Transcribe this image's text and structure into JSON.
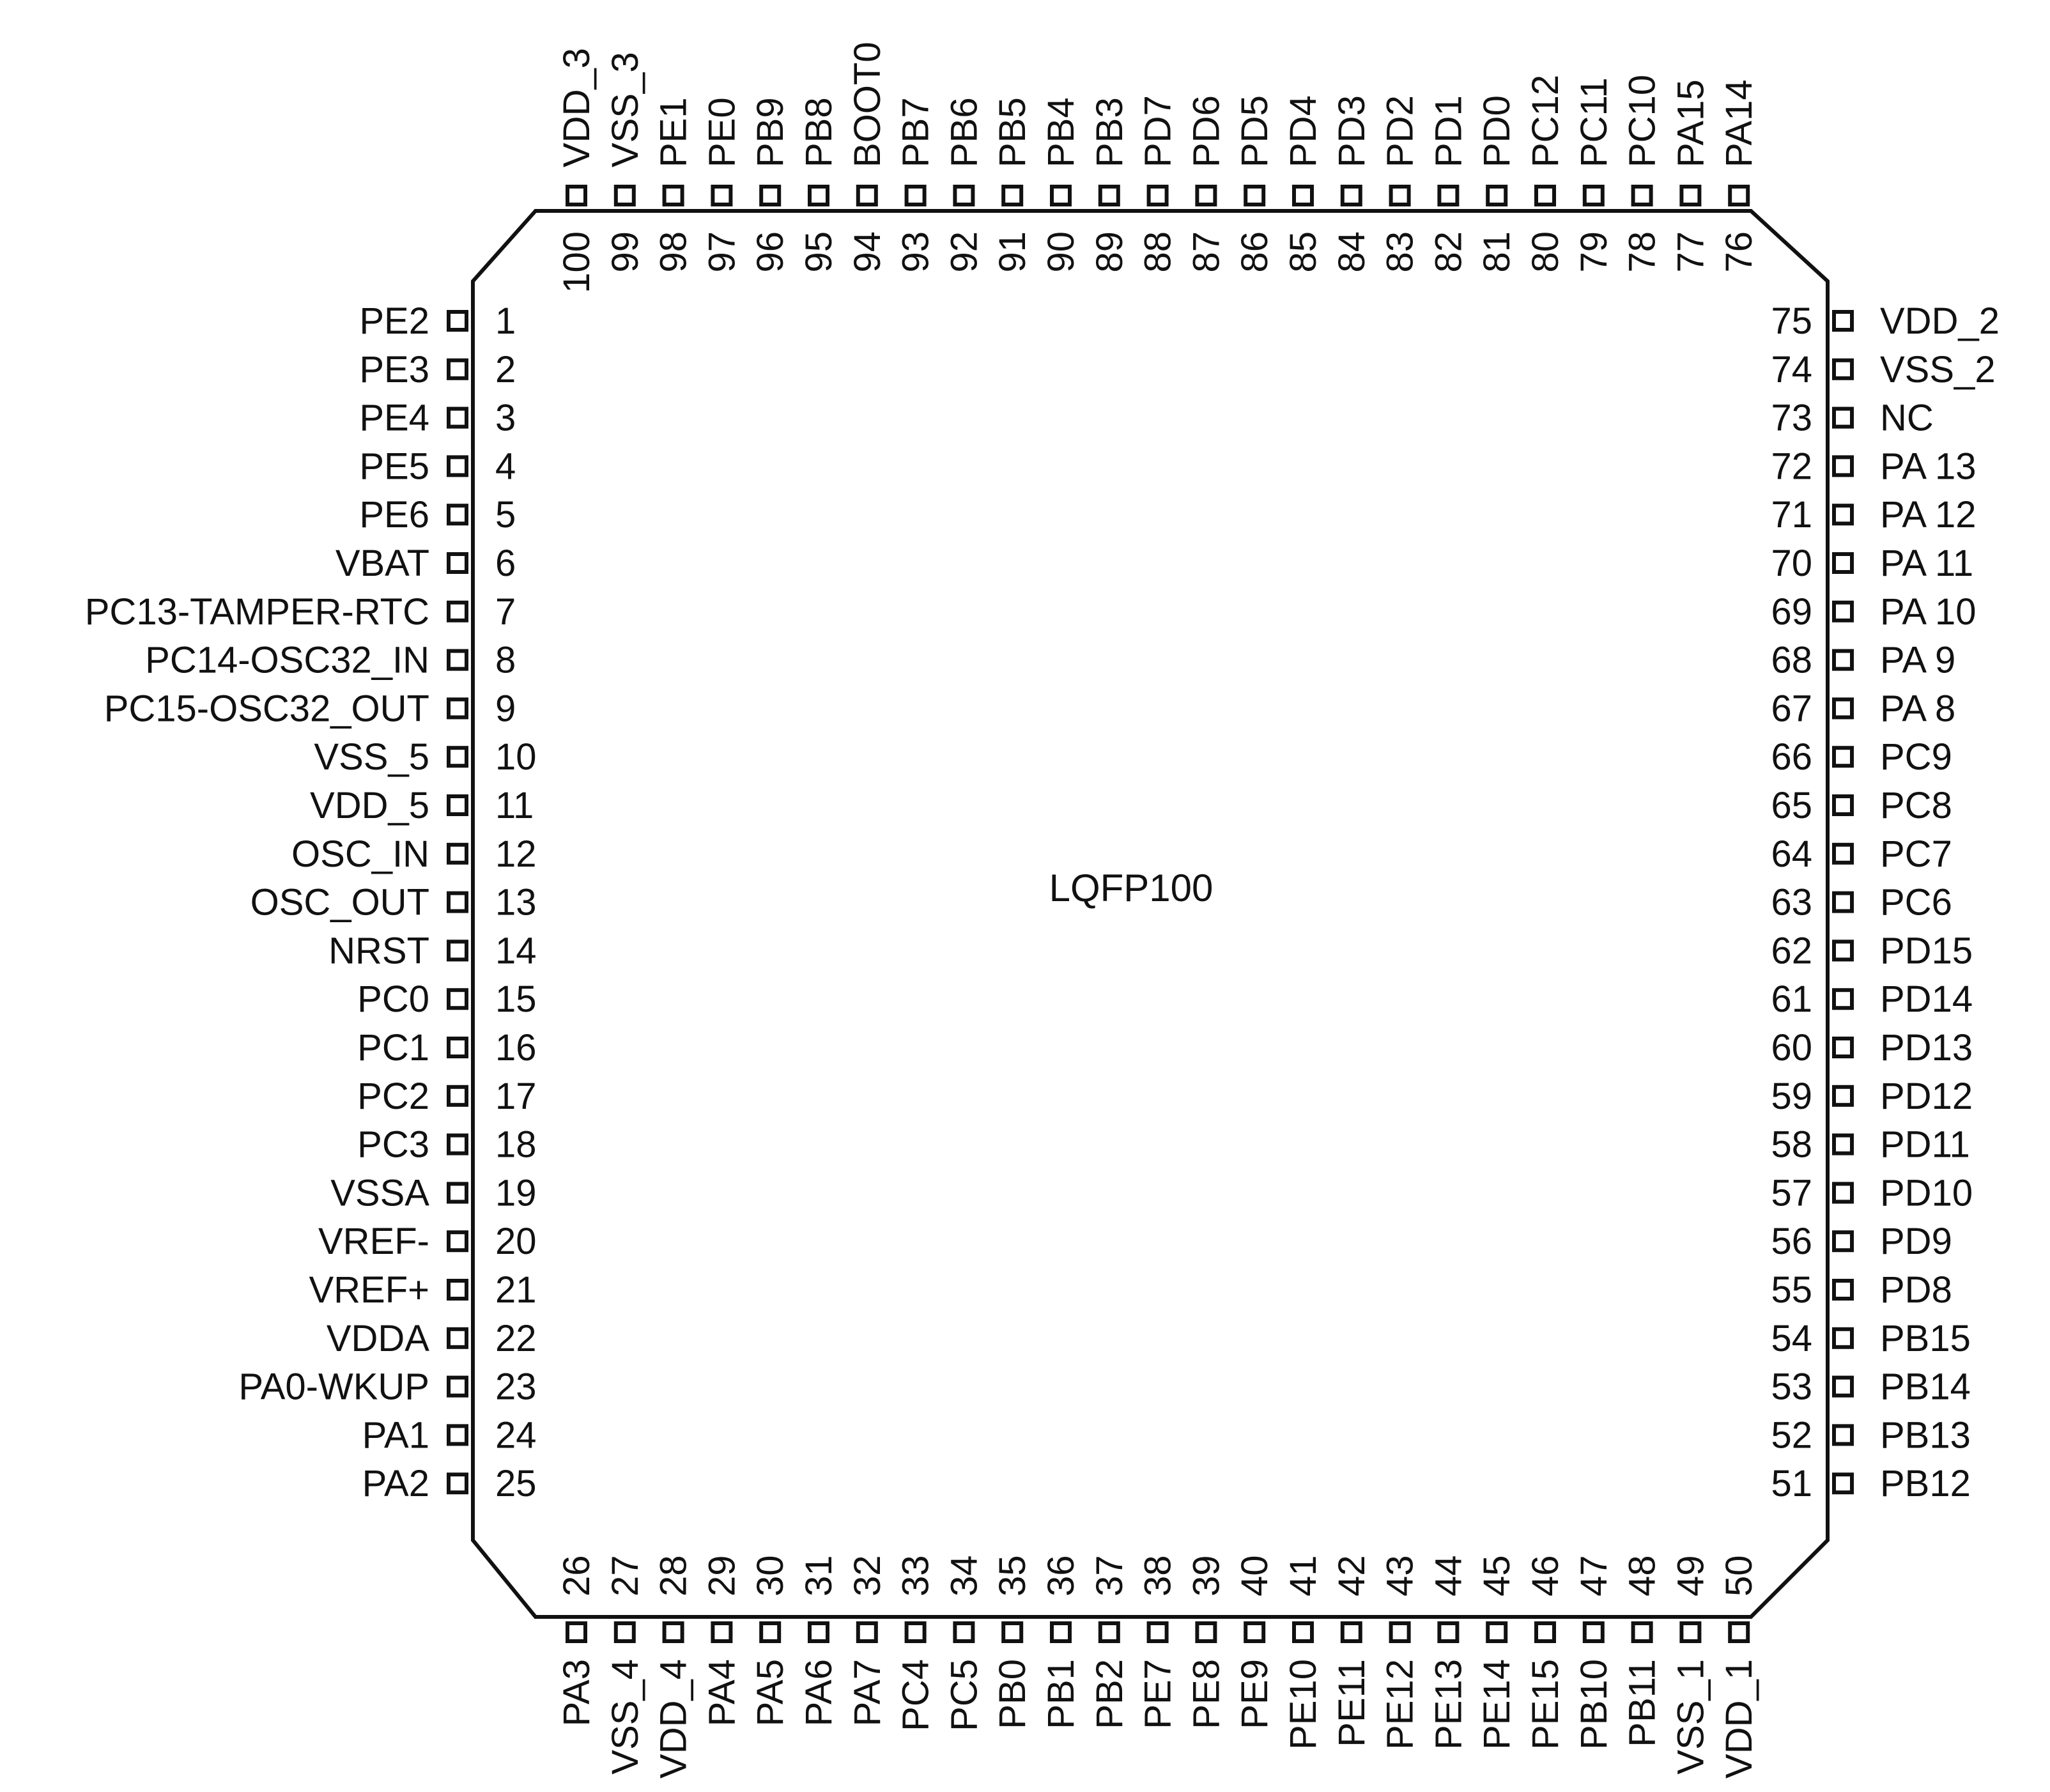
{
  "package": {
    "label": "LQFP100"
  },
  "pins": {
    "left": [
      {
        "num": "1",
        "name": "PE2"
      },
      {
        "num": "2",
        "name": "PE3"
      },
      {
        "num": "3",
        "name": "PE4"
      },
      {
        "num": "4",
        "name": "PE5"
      },
      {
        "num": "5",
        "name": "PE6"
      },
      {
        "num": "6",
        "name": "VBAT"
      },
      {
        "num": "7",
        "name": "PC13-TAMPER-RTC"
      },
      {
        "num": "8",
        "name": "PC14-OSC32_IN"
      },
      {
        "num": "9",
        "name": "PC15-OSC32_OUT"
      },
      {
        "num": "10",
        "name": "VSS_5"
      },
      {
        "num": "11",
        "name": "VDD_5"
      },
      {
        "num": "12",
        "name": "OSC_IN"
      },
      {
        "num": "13",
        "name": "OSC_OUT"
      },
      {
        "num": "14",
        "name": "NRST"
      },
      {
        "num": "15",
        "name": "PC0"
      },
      {
        "num": "16",
        "name": "PC1"
      },
      {
        "num": "17",
        "name": "PC2"
      },
      {
        "num": "18",
        "name": "PC3"
      },
      {
        "num": "19",
        "name": "VSSA"
      },
      {
        "num": "20",
        "name": "VREF-"
      },
      {
        "num": "21",
        "name": "VREF+"
      },
      {
        "num": "22",
        "name": "VDDA"
      },
      {
        "num": "23",
        "name": "PA0-WKUP"
      },
      {
        "num": "24",
        "name": "PA1"
      },
      {
        "num": "25",
        "name": "PA2"
      }
    ],
    "bottom": [
      {
        "num": "26",
        "name": "PA3"
      },
      {
        "num": "27",
        "name": "VSS_4"
      },
      {
        "num": "28",
        "name": "VDD_4"
      },
      {
        "num": "29",
        "name": "PA4"
      },
      {
        "num": "30",
        "name": "PA5"
      },
      {
        "num": "31",
        "name": "PA6"
      },
      {
        "num": "32",
        "name": "PA7"
      },
      {
        "num": "33",
        "name": "PC4"
      },
      {
        "num": "34",
        "name": "PC5"
      },
      {
        "num": "35",
        "name": "PB0"
      },
      {
        "num": "36",
        "name": "PB1"
      },
      {
        "num": "37",
        "name": "PB2"
      },
      {
        "num": "38",
        "name": "PE7"
      },
      {
        "num": "39",
        "name": "PE8"
      },
      {
        "num": "40",
        "name": "PE9"
      },
      {
        "num": "41",
        "name": "PE10"
      },
      {
        "num": "42",
        "name": "PE11"
      },
      {
        "num": "43",
        "name": "PE12"
      },
      {
        "num": "44",
        "name": "PE13"
      },
      {
        "num": "45",
        "name": "PE14"
      },
      {
        "num": "46",
        "name": "PE15"
      },
      {
        "num": "47",
        "name": "PB10"
      },
      {
        "num": "48",
        "name": "PB11"
      },
      {
        "num": "49",
        "name": "VSS_1"
      },
      {
        "num": "50",
        "name": "VDD_1"
      }
    ],
    "right": [
      {
        "num": "75",
        "name": "VDD_2"
      },
      {
        "num": "74",
        "name": "VSS_2"
      },
      {
        "num": "73",
        "name": "NC"
      },
      {
        "num": "72",
        "name": "PA 13"
      },
      {
        "num": "71",
        "name": "PA 12"
      },
      {
        "num": "70",
        "name": "PA 11"
      },
      {
        "num": "69",
        "name": "PA 10"
      },
      {
        "num": "68",
        "name": "PA 9"
      },
      {
        "num": "67",
        "name": "PA 8"
      },
      {
        "num": "66",
        "name": "PC9"
      },
      {
        "num": "65",
        "name": "PC8"
      },
      {
        "num": "64",
        "name": "PC7"
      },
      {
        "num": "63",
        "name": "PC6"
      },
      {
        "num": "62",
        "name": "PD15"
      },
      {
        "num": "61",
        "name": "PD14"
      },
      {
        "num": "60",
        "name": "PD13"
      },
      {
        "num": "59",
        "name": "PD12"
      },
      {
        "num": "58",
        "name": "PD11"
      },
      {
        "num": "57",
        "name": "PD10"
      },
      {
        "num": "56",
        "name": "PD9"
      },
      {
        "num": "55",
        "name": "PD8"
      },
      {
        "num": "54",
        "name": "PB15"
      },
      {
        "num": "53",
        "name": "PB14"
      },
      {
        "num": "52",
        "name": "PB13"
      },
      {
        "num": "51",
        "name": "PB12"
      }
    ],
    "top": [
      {
        "num": "100",
        "name": "VDD_3"
      },
      {
        "num": "99",
        "name": "VSS_3"
      },
      {
        "num": "98",
        "name": "PE1"
      },
      {
        "num": "97",
        "name": "PE0"
      },
      {
        "num": "96",
        "name": "PB9"
      },
      {
        "num": "95",
        "name": "PB8"
      },
      {
        "num": "94",
        "name": "BOOT0"
      },
      {
        "num": "93",
        "name": "PB7"
      },
      {
        "num": "92",
        "name": "PB6"
      },
      {
        "num": "91",
        "name": "PB5"
      },
      {
        "num": "90",
        "name": "PB4"
      },
      {
        "num": "89",
        "name": "PB3"
      },
      {
        "num": "88",
        "name": "PD7"
      },
      {
        "num": "87",
        "name": "PD6"
      },
      {
        "num": "86",
        "name": "PD5"
      },
      {
        "num": "85",
        "name": "PD4"
      },
      {
        "num": "84",
        "name": "PD3"
      },
      {
        "num": "83",
        "name": "PD2"
      },
      {
        "num": "82",
        "name": "PD1"
      },
      {
        "num": "81",
        "name": "PD0"
      },
      {
        "num": "80",
        "name": "PC12"
      },
      {
        "num": "79",
        "name": "PC11"
      },
      {
        "num": "78",
        "name": "PC10"
      },
      {
        "num": "77",
        "name": "PA15"
      },
      {
        "num": "76",
        "name": "PA14"
      }
    ]
  }
}
